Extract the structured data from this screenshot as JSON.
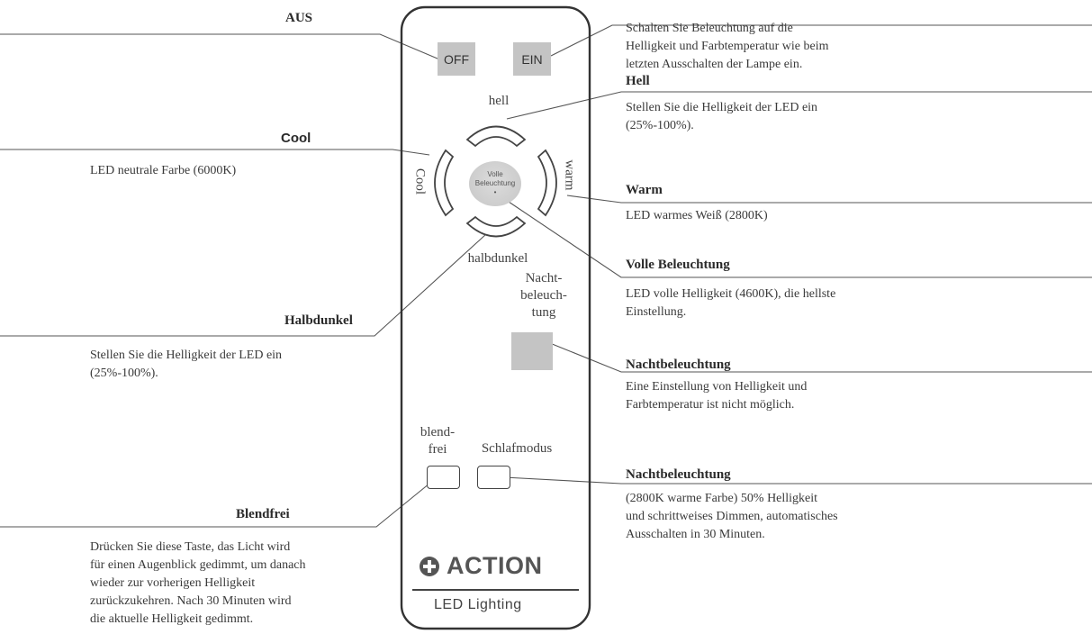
{
  "remote": {
    "off": "OFF",
    "ein": "EIN",
    "hell": "hell",
    "cool": "Cool",
    "warm": "warm",
    "volle": [
      "Volle",
      "Beleuchtung"
    ],
    "halbdunkel": "halbdunkel",
    "nacht": [
      "Nacht-",
      "beleuch-",
      "tung"
    ],
    "blendfrei": [
      "blend-",
      "frei"
    ],
    "schlafmodus": "Schlafmodus",
    "brand": "ACTION",
    "sub": "LED Lighting"
  },
  "callouts": {
    "aus": {
      "title": "AUS"
    },
    "ein": {
      "lines": [
        "Schalten Sie Beleuchtung auf die",
        "Helligkeit und Farbtemperatur wie beim",
        "letzten Ausschalten der Lampe ein."
      ]
    },
    "hell": {
      "title": "Hell",
      "lines": [
        "Stellen Sie die Helligkeit der LED ein",
        "(25%-100%)."
      ]
    },
    "cool": {
      "title": "Cool",
      "lines": [
        "LED neutrale Farbe (6000K)"
      ]
    },
    "warm": {
      "title": "Warm",
      "lines": [
        "LED warmes Weiß (2800K)"
      ]
    },
    "volle": {
      "title": "Volle Beleuchtung",
      "lines": [
        "LED volle Helligkeit (4600K), die hellste",
        "Einstellung."
      ]
    },
    "halbdunkel": {
      "title": "Halbdunkel",
      "lines": [
        "Stellen Sie die Helligkeit der LED ein",
        "(25%-100%)."
      ]
    },
    "nacht": {
      "title": "Nachtbeleuchtung",
      "lines": [
        "Eine Einstellung von Helligkeit und",
        "Farbtemperatur ist nicht möglich."
      ]
    },
    "schlaf": {
      "title": "Nachtbeleuchtung",
      "lines": [
        "(2800K warme Farbe)  50% Helligkeit",
        "und schrittweises Dimmen, automatisches",
        "Ausschalten in 30 Minuten."
      ]
    },
    "blend": {
      "title": "Blendfrei",
      "lines": [
        "Drücken Sie diese Taste, das Licht wird",
        "für einen Augenblick gedimmt, um danach",
        "wieder zur vorherigen Helligkeit",
        "zurückzukehren. Nach 30 Minuten wird",
        "die aktuelle Helligkeit gedimmt."
      ]
    }
  }
}
